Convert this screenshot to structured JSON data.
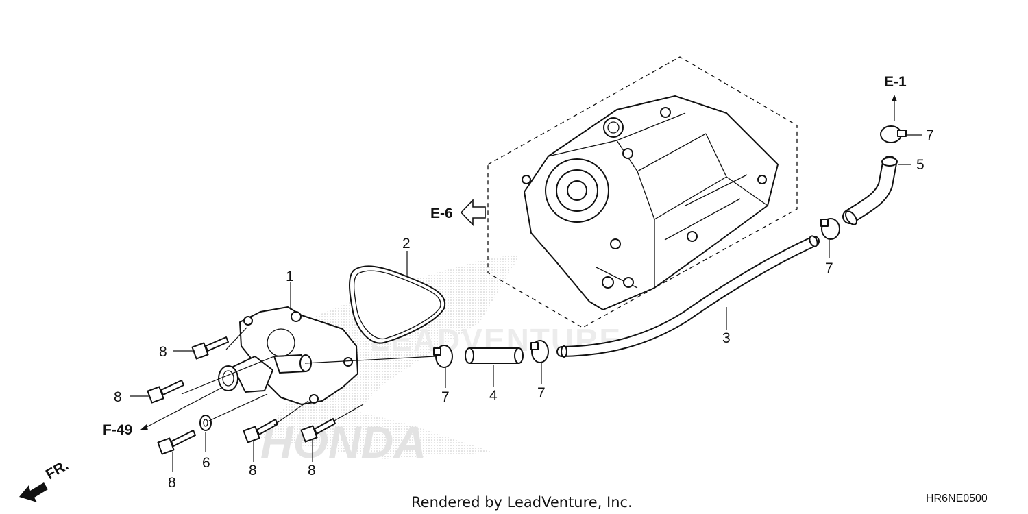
{
  "callouts": {
    "c1": "1",
    "c2": "2",
    "c3": "3",
    "c4": "4",
    "c5": "5",
    "c6": "6",
    "c7a": "7",
    "c7b": "7",
    "c7c": "7",
    "c7d": "7",
    "c8a": "8",
    "c8b": "8",
    "c8c": "8",
    "c8d": "8",
    "c8e": "8"
  },
  "references": {
    "e1": "E-1",
    "e6": "E-6",
    "f49": "F-49"
  },
  "front_marker": "FR.",
  "footer": {
    "rendered_by": "Rendered by LeadVenture, Inc.",
    "diagram_code": "HR6NE0500"
  },
  "watermark": "LEADVENTURE",
  "logo_text": "HONDA"
}
